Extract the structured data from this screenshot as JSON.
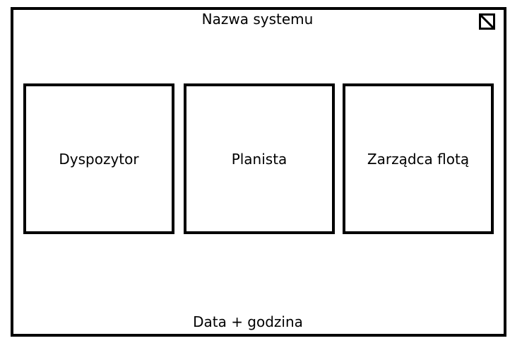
{
  "header": {
    "system_name": "Nazwa systemu",
    "close_icon": "window-close-icon"
  },
  "modules": [
    {
      "label": "Dyspozytor"
    },
    {
      "label": "Planista"
    },
    {
      "label": "Zarządca flotą"
    }
  ],
  "footer": {
    "datetime": "Data + godzina"
  },
  "colors": {
    "border": "#000000",
    "background": "#ffffff"
  }
}
